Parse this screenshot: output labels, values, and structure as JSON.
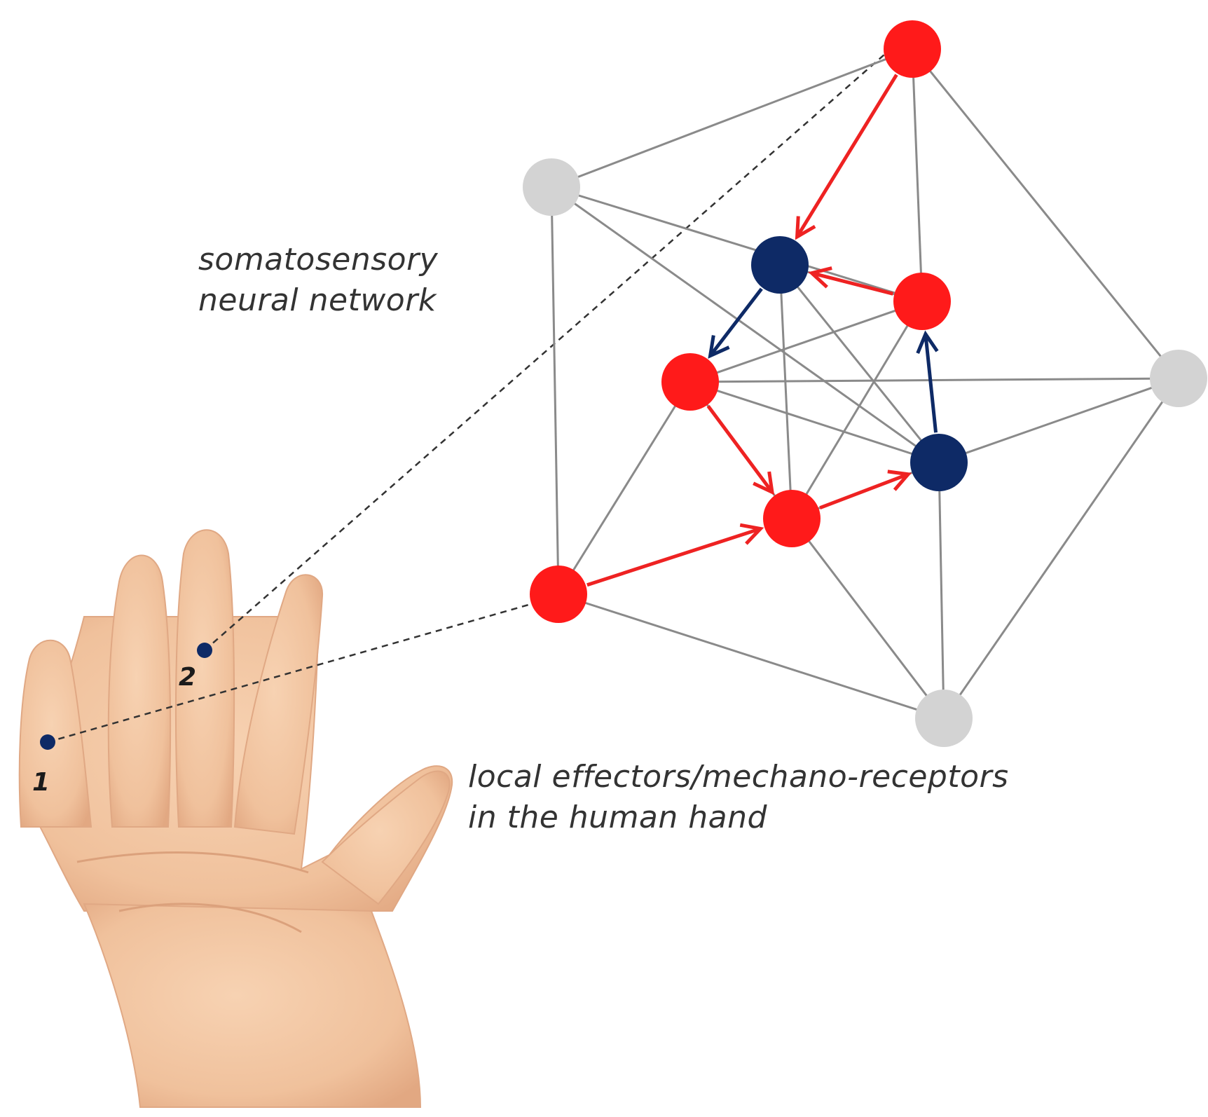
{
  "labels": {
    "network_line1": "somatosensory",
    "network_line2": "neural network",
    "hand_line1": "local effectors/mechano-receptors",
    "hand_line2": "in the human hand",
    "point_1": "1",
    "point_2": "2"
  },
  "colors": {
    "active_node": "#ff1a1a",
    "control_node": "#0e2a66",
    "inactive_node": "#d3d3d3",
    "edge": "#8a8a8a",
    "active_arrow": "#ee2222",
    "control_arrow": "#0e2a66",
    "skin": "#f2c8a5",
    "receptor_dot": "#0e2a66",
    "projection_line": "#333333"
  },
  "network": {
    "nodes": [
      {
        "id": "top",
        "state": "active"
      },
      {
        "id": "upper-left",
        "state": "inactive"
      },
      {
        "id": "inner-top",
        "state": "control"
      },
      {
        "id": "inner-right",
        "state": "active"
      },
      {
        "id": "inner-left",
        "state": "active"
      },
      {
        "id": "right",
        "state": "inactive"
      },
      {
        "id": "inner-lower-right",
        "state": "control"
      },
      {
        "id": "inner-bottom",
        "state": "active"
      },
      {
        "id": "lower-left",
        "state": "active"
      },
      {
        "id": "bottom",
        "state": "inactive"
      }
    ],
    "edges": [
      [
        "top",
        "upper-left"
      ],
      [
        "top",
        "right"
      ],
      [
        "top",
        "inner-right"
      ],
      [
        "upper-left",
        "lower-left"
      ],
      [
        "upper-left",
        "inner-right"
      ],
      [
        "upper-left",
        "inner-lower-right"
      ],
      [
        "right",
        "bottom"
      ],
      [
        "right",
        "inner-left"
      ],
      [
        "right",
        "inner-lower-right"
      ],
      [
        "lower-left",
        "bottom"
      ],
      [
        "lower-left",
        "inner-left"
      ],
      [
        "bottom",
        "inner-bottom"
      ],
      [
        "bottom",
        "inner-lower-right"
      ],
      [
        "inner-top",
        "inner-bottom"
      ],
      [
        "inner-top",
        "inner-lower-right"
      ],
      [
        "inner-left",
        "inner-lower-right"
      ],
      [
        "inner-left",
        "inner-right"
      ],
      [
        "inner-left",
        "inner-bottom"
      ],
      [
        "inner-right",
        "inner-bottom"
      ],
      [
        "inner-top",
        "inner-right"
      ],
      [
        "inner-bottom",
        "inner-lower-right"
      ]
    ],
    "arrows": [
      {
        "from": "top",
        "to": "inner-top",
        "kind": "active"
      },
      {
        "from": "inner-right",
        "to": "inner-top",
        "kind": "active"
      },
      {
        "from": "inner-top",
        "to": "inner-left",
        "kind": "control"
      },
      {
        "from": "inner-left",
        "to": "inner-bottom",
        "kind": "active"
      },
      {
        "from": "lower-left",
        "to": "inner-bottom",
        "kind": "active"
      },
      {
        "from": "inner-bottom",
        "to": "inner-lower-right",
        "kind": "active"
      },
      {
        "from": "inner-lower-right",
        "to": "inner-right",
        "kind": "control"
      }
    ]
  }
}
